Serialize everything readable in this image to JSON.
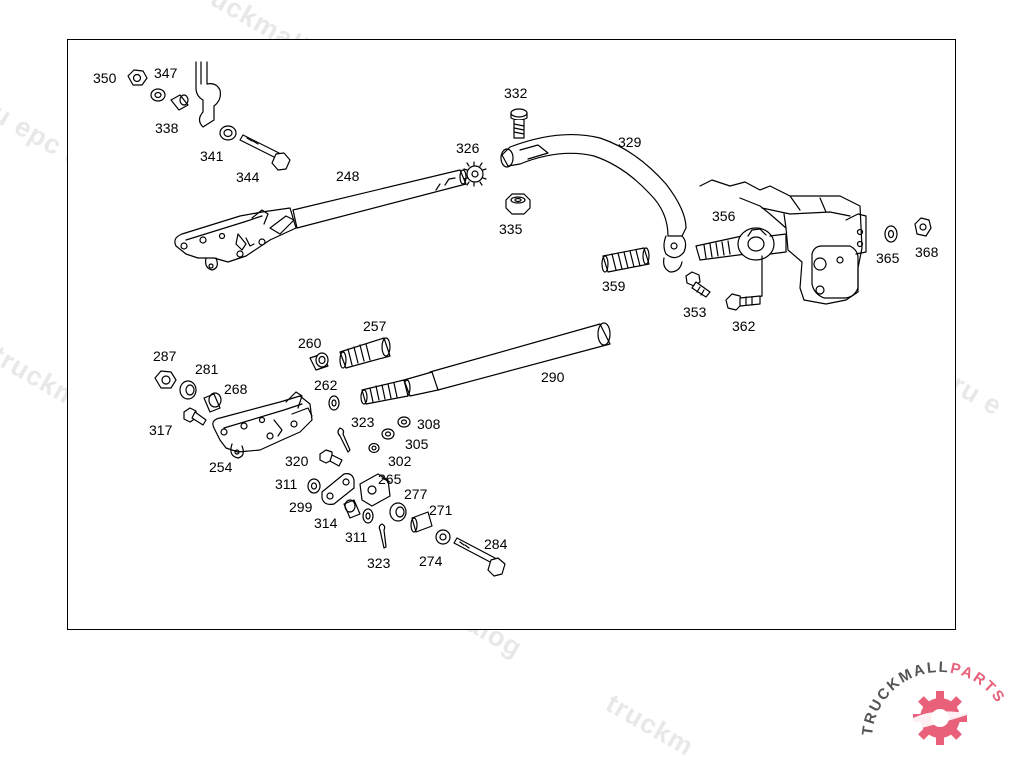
{
  "watermark": {
    "text": "truckmall.ru epc catalog",
    "fragments": [
      "truckmall.ru epc catalog",
      "truckmall.ru epc catalog",
      "truckmall.ru epc catalog",
      "truckmall.ru epc catalog",
      "truckmall.ru e",
      "ru epc catalog",
      "truckm"
    ]
  },
  "logo": {
    "brand_dark": "TRUCKMALL",
    "brand_accent": "PARTS",
    "accent_color": "#e8607a",
    "dark_color": "#555555"
  },
  "callouts": [
    {
      "id": "c350",
      "text": "350"
    },
    {
      "id": "c347",
      "text": "347"
    },
    {
      "id": "c338",
      "text": "338"
    },
    {
      "id": "c341",
      "text": "341"
    },
    {
      "id": "c344",
      "text": "344"
    },
    {
      "id": "c248",
      "text": "248"
    },
    {
      "id": "c332",
      "text": "332"
    },
    {
      "id": "c326",
      "text": "326"
    },
    {
      "id": "c329",
      "text": "329"
    },
    {
      "id": "c335",
      "text": "335"
    },
    {
      "id": "c356",
      "text": "356"
    },
    {
      "id": "c359",
      "text": "359"
    },
    {
      "id": "c353",
      "text": "353"
    },
    {
      "id": "c362",
      "text": "362"
    },
    {
      "id": "c365",
      "text": "365"
    },
    {
      "id": "c368",
      "text": "368"
    },
    {
      "id": "c260",
      "text": "260"
    },
    {
      "id": "c257",
      "text": "257"
    },
    {
      "id": "c287",
      "text": "287"
    },
    {
      "id": "c281",
      "text": "281"
    },
    {
      "id": "c268",
      "text": "268"
    },
    {
      "id": "c262",
      "text": "262"
    },
    {
      "id": "c290",
      "text": "290"
    },
    {
      "id": "c317",
      "text": "317"
    },
    {
      "id": "c323a",
      "text": "323"
    },
    {
      "id": "c308",
      "text": "308"
    },
    {
      "id": "c305",
      "text": "305"
    },
    {
      "id": "c254",
      "text": "254"
    },
    {
      "id": "c320",
      "text": "320"
    },
    {
      "id": "c302",
      "text": "302"
    },
    {
      "id": "c311a",
      "text": "311"
    },
    {
      "id": "c265",
      "text": "265"
    },
    {
      "id": "c277",
      "text": "277"
    },
    {
      "id": "c299",
      "text": "299"
    },
    {
      "id": "c271",
      "text": "271"
    },
    {
      "id": "c314",
      "text": "314"
    },
    {
      "id": "c311b",
      "text": "311"
    },
    {
      "id": "c284",
      "text": "284"
    },
    {
      "id": "c274",
      "text": "274"
    },
    {
      "id": "c323b",
      "text": "323"
    }
  ]
}
